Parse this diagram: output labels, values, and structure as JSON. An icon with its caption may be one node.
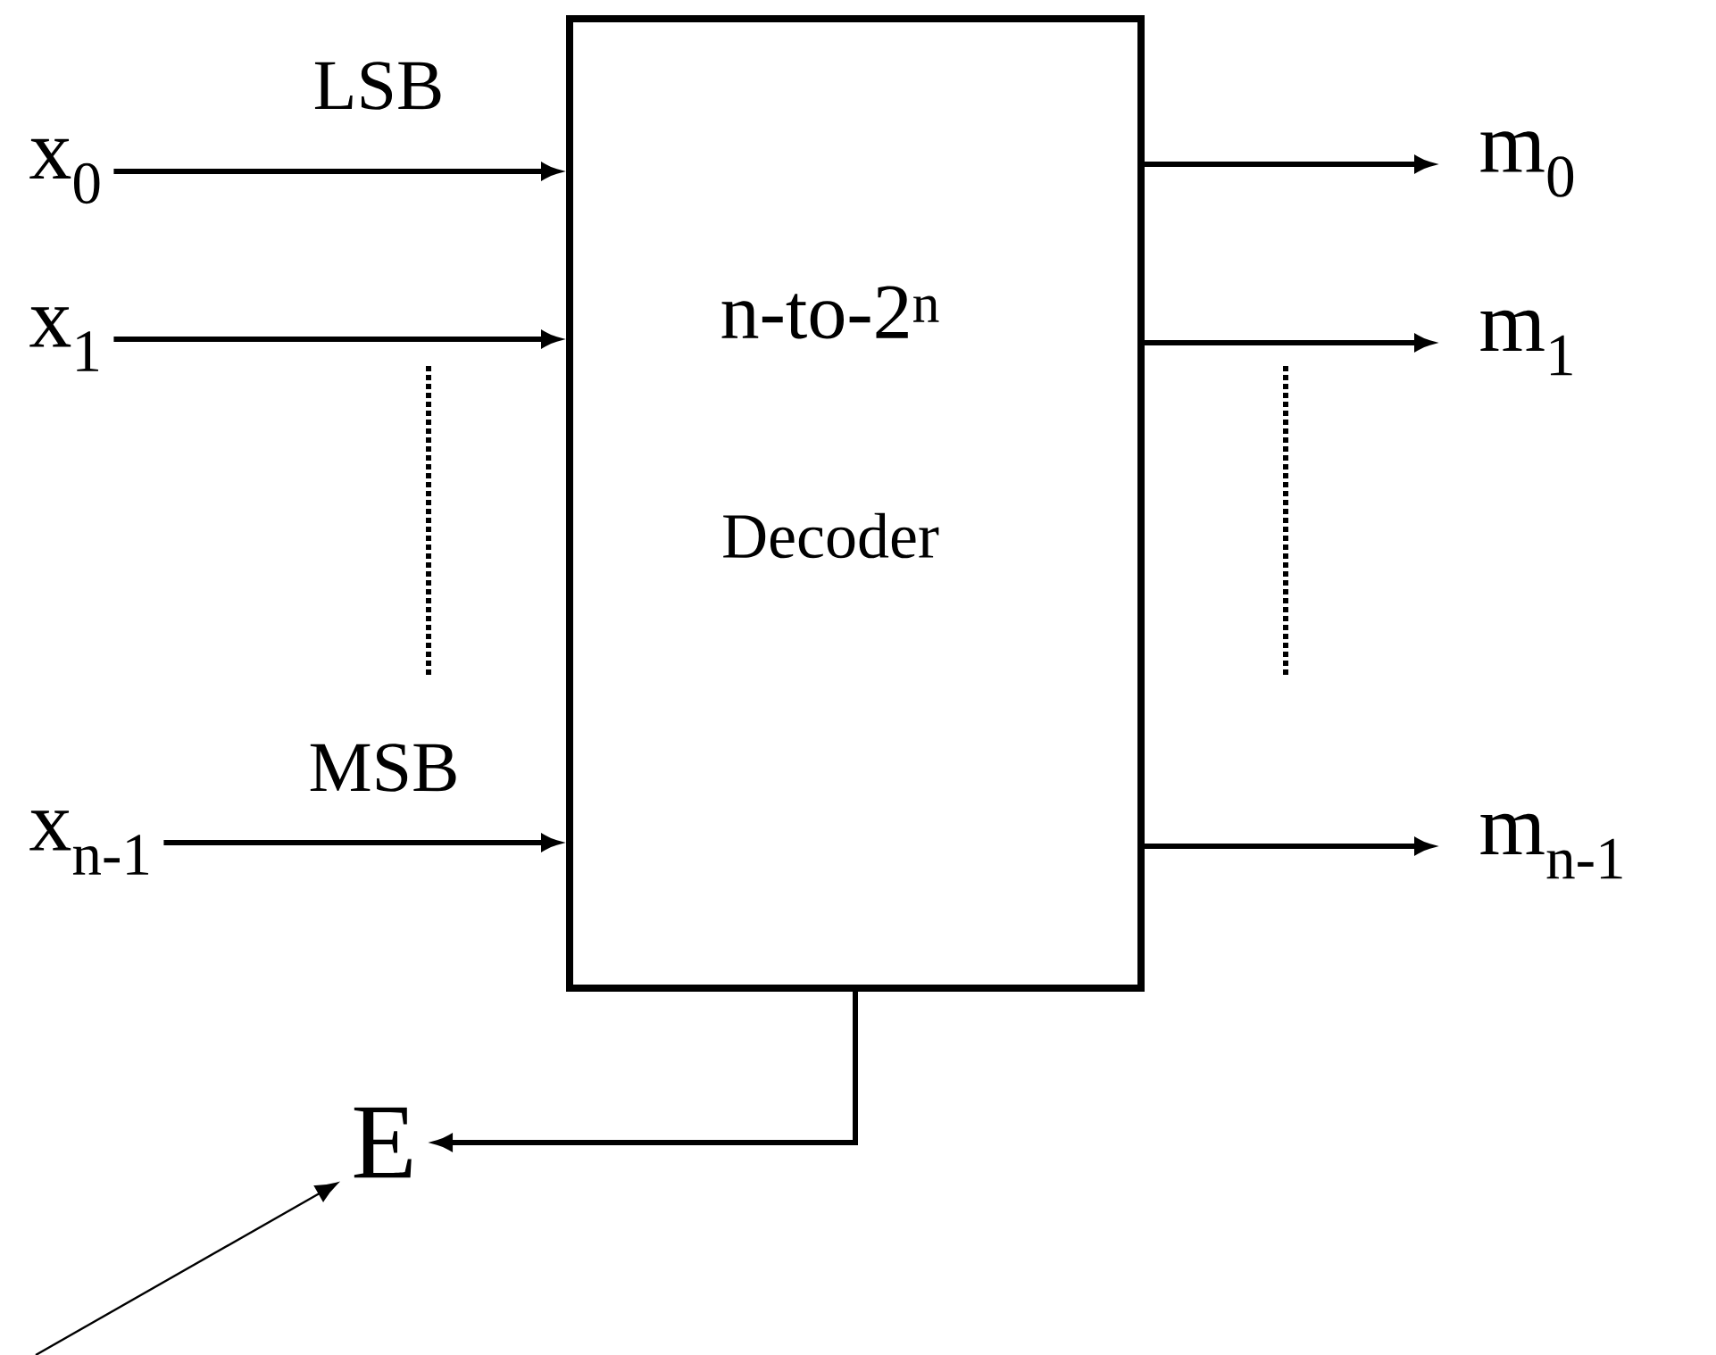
{
  "diagram": {
    "nodes": [
      {
        "text": [
          "n-to-2$^{n}$",
          "Decoder"
        ]
      },
      {
        "text": [
          "x$_{0}$"
        ]
      },
      {
        "text": [
          "x$_{1}$"
        ]
      },
      {
        "text": [
          "x$_{n-1}$"
        ]
      },
      {
        "text": [
          "m$_{0}$"
        ]
      },
      {
        "text": [
          "m$_{1}$"
        ]
      },
      {
        "text": [
          "m$_{n-1}$"
        ]
      },
      {
        "text": [
          "E"
        ]
      }
    ],
    "edges": [
      {
        "from": 1,
        "to": 0,
        "arrow": "to"
      },
      {
        "from": 2,
        "to": 0,
        "arrow": "to"
      },
      {
        "from": 3,
        "to": 0,
        "arrow": "to"
      },
      {
        "from": 0,
        "to": 4,
        "arrow": "to"
      },
      {
        "from": 0,
        "to": 5,
        "arrow": "to"
      },
      {
        "from": 0,
        "to": 6,
        "arrow": "to"
      },
      {
        "from": 0,
        "to": 7,
        "arrow": "to"
      },
      {
        "from": null,
        "to": 7,
        "arrow": "to"
      }
    ],
    "labels": [
      "LSB",
      "MSB"
    ]
  }
}
